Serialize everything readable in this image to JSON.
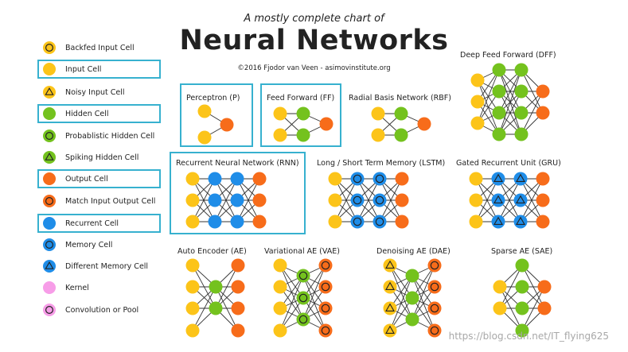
{
  "header": {
    "subtitle": "A mostly complete chart of",
    "title": "Neural Networks",
    "copyright": "©2016 Fjodor van Veen - asimovinstitute.org"
  },
  "colors": {
    "input": "#fcc419",
    "hidden": "#74c21e",
    "output": "#f76c1a",
    "recurrent": "#1f8de8",
    "kernel": "#f79de8",
    "highlight": "#37b1cf",
    "edge": "#333333"
  },
  "legend": [
    {
      "label": "Backfed Input Cell",
      "color": "#fcc419",
      "mark": "circle",
      "highlight": false
    },
    {
      "label": "Input Cell",
      "color": "#fcc419",
      "mark": "none",
      "highlight": true
    },
    {
      "label": "Noisy Input Cell",
      "color": "#fcc419",
      "mark": "triangle",
      "highlight": false
    },
    {
      "label": "Hidden Cell",
      "color": "#74c21e",
      "mark": "none",
      "highlight": true
    },
    {
      "label": "Probablistic Hidden Cell",
      "color": "#74c21e",
      "mark": "circle",
      "highlight": false
    },
    {
      "label": "Spiking Hidden Cell",
      "color": "#74c21e",
      "mark": "triangle",
      "highlight": false
    },
    {
      "label": "Output Cell",
      "color": "#f76c1a",
      "mark": "none",
      "highlight": true
    },
    {
      "label": "Match Input Output Cell",
      "color": "#f76c1a",
      "mark": "circle",
      "highlight": false
    },
    {
      "label": "Recurrent Cell",
      "color": "#1f8de8",
      "mark": "none",
      "highlight": true
    },
    {
      "label": "Memory Cell",
      "color": "#1f8de8",
      "mark": "circle",
      "highlight": false
    },
    {
      "label": "Different Memory Cell",
      "color": "#1f8de8",
      "mark": "triangle",
      "highlight": false
    },
    {
      "label": "Kernel",
      "color": "#f79de8",
      "mark": "none",
      "highlight": false
    },
    {
      "label": "Convolution or Pool",
      "color": "#f79de8",
      "mark": "circle",
      "highlight": false
    }
  ],
  "networks": [
    {
      "name": "Perceptron (P)",
      "highlight": true,
      "layers": [
        {
          "n": 2,
          "cell": "input"
        },
        {
          "n": 1,
          "cell": "output"
        }
      ]
    },
    {
      "name": "Feed Forward (FF)",
      "highlight": true,
      "layers": [
        {
          "n": 2,
          "cell": "input"
        },
        {
          "n": 2,
          "cell": "hidden"
        },
        {
          "n": 1,
          "cell": "output"
        }
      ]
    },
    {
      "name": "Radial Basis Network (RBF)",
      "highlight": false,
      "layers": [
        {
          "n": 2,
          "cell": "input"
        },
        {
          "n": 2,
          "cell": "hidden"
        },
        {
          "n": 1,
          "cell": "output"
        }
      ]
    },
    {
      "name": "Deep Feed Forward (DFF)",
      "highlight": false,
      "layers": [
        {
          "n": 3,
          "cell": "input"
        },
        {
          "n": 4,
          "cell": "hidden"
        },
        {
          "n": 4,
          "cell": "hidden"
        },
        {
          "n": 2,
          "cell": "output"
        }
      ]
    },
    {
      "name": "Recurrent Neural Network (RNN)",
      "highlight": true,
      "layers": [
        {
          "n": 3,
          "cell": "input"
        },
        {
          "n": 3,
          "cell": "recurrent"
        },
        {
          "n": 3,
          "cell": "recurrent"
        },
        {
          "n": 3,
          "cell": "output"
        }
      ]
    },
    {
      "name": "Long / Short Term Memory (LSTM)",
      "highlight": false,
      "layers": [
        {
          "n": 3,
          "cell": "input"
        },
        {
          "n": 3,
          "cell": "memory"
        },
        {
          "n": 3,
          "cell": "memory"
        },
        {
          "n": 3,
          "cell": "output"
        }
      ]
    },
    {
      "name": "Gated Recurrent Unit (GRU)",
      "highlight": false,
      "layers": [
        {
          "n": 3,
          "cell": "input"
        },
        {
          "n": 3,
          "cell": "diffmemory"
        },
        {
          "n": 3,
          "cell": "diffmemory"
        },
        {
          "n": 3,
          "cell": "output"
        }
      ]
    },
    {
      "name": "Auto Encoder (AE)",
      "highlight": false,
      "layers": [
        {
          "n": 4,
          "cell": "input"
        },
        {
          "n": 2,
          "cell": "hidden"
        },
        {
          "n": 4,
          "cell": "output"
        }
      ]
    },
    {
      "name": "Variational AE (VAE)",
      "highlight": false,
      "layers": [
        {
          "n": 4,
          "cell": "input"
        },
        {
          "n": 3,
          "cell": "probhidden"
        },
        {
          "n": 4,
          "cell": "matchoutput"
        }
      ]
    },
    {
      "name": "Denoising AE (DAE)",
      "highlight": false,
      "layers": [
        {
          "n": 4,
          "cell": "noisyinput"
        },
        {
          "n": 3,
          "cell": "hidden"
        },
        {
          "n": 4,
          "cell": "matchoutput"
        }
      ]
    },
    {
      "name": "Sparse AE (SAE)",
      "highlight": false,
      "layers": [
        {
          "n": 2,
          "cell": "input"
        },
        {
          "n": 4,
          "cell": "hidden"
        },
        {
          "n": 2,
          "cell": "output"
        }
      ]
    }
  ],
  "watermark": "https://blog.csdn.net/IT_flying625"
}
